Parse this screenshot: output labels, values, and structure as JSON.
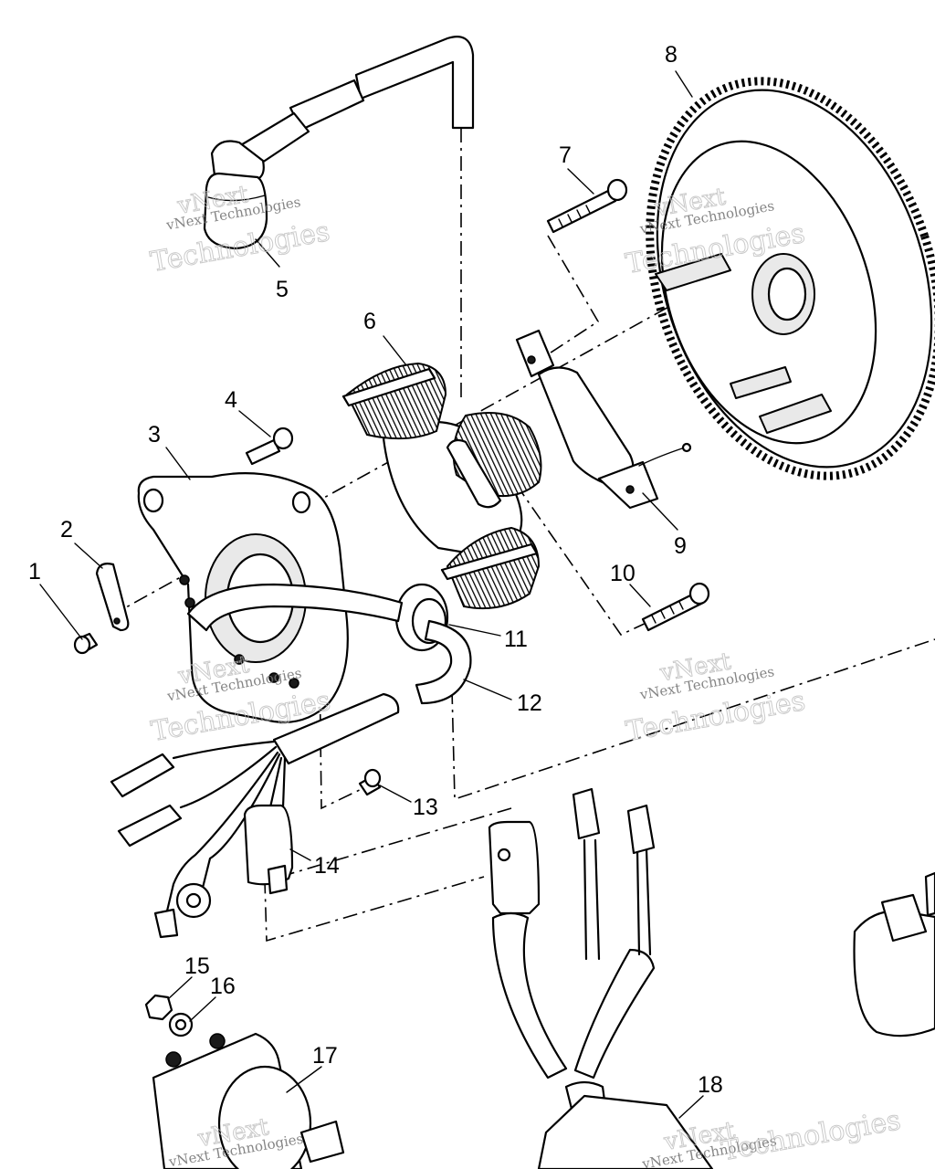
{
  "callouts": [
    {
      "id": "1",
      "label": "1"
    },
    {
      "id": "2",
      "label": "2"
    },
    {
      "id": "3",
      "label": "3"
    },
    {
      "id": "4",
      "label": "4"
    },
    {
      "id": "5",
      "label": "5"
    },
    {
      "id": "6",
      "label": "6"
    },
    {
      "id": "7",
      "label": "7"
    },
    {
      "id": "8",
      "label": "8"
    },
    {
      "id": "9",
      "label": "9"
    },
    {
      "id": "10",
      "label": "10"
    },
    {
      "id": "11",
      "label": "11"
    },
    {
      "id": "12",
      "label": "12"
    },
    {
      "id": "13",
      "label": "13"
    },
    {
      "id": "14",
      "label": "14"
    },
    {
      "id": "15",
      "label": "15"
    },
    {
      "id": "16",
      "label": "16"
    },
    {
      "id": "17",
      "label": "17"
    },
    {
      "id": "18",
      "label": "18"
    }
  ],
  "watermark": {
    "line1": "vNext",
    "line2": "Technologies",
    "small": "vNext Technologies"
  }
}
